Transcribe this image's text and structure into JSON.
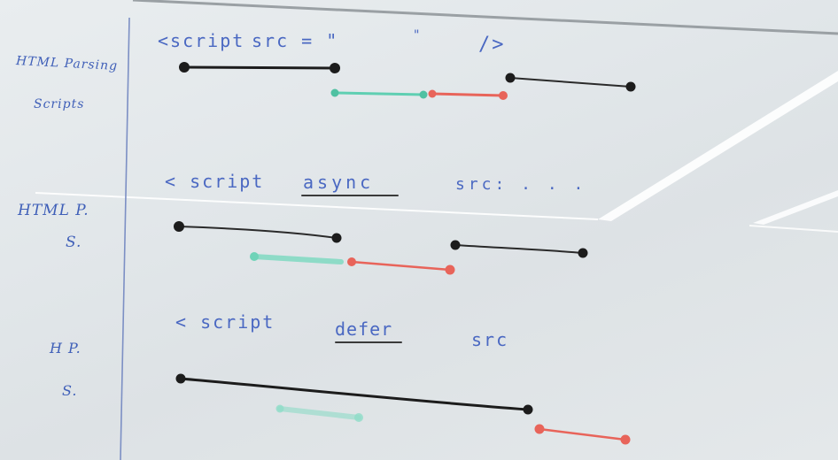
{
  "board": {
    "row1": {
      "code_tag": "<script",
      "code_attr": "src = \"",
      "code_quote2": "\"",
      "code_close": "/>",
      "label_parsing": "HTML Parsing",
      "label_scripts": "Scripts"
    },
    "row2": {
      "code_tag": "< script",
      "code_keyword": "async",
      "code_attr": "src: . . .",
      "label_parsing": "HTML P.",
      "label_scripts": "S."
    },
    "row3": {
      "code_tag": "< script",
      "code_keyword": "defer",
      "code_attr": "src",
      "label_parsing": "H P.",
      "label_scripts": "S."
    }
  },
  "colors": {
    "marker_blue": "#4a68c2",
    "parsing_black": "#1c1c1c",
    "fetch_teal": "#5fcfb2",
    "execute_red": "#e8645a",
    "board_white": "#e6eaec"
  }
}
